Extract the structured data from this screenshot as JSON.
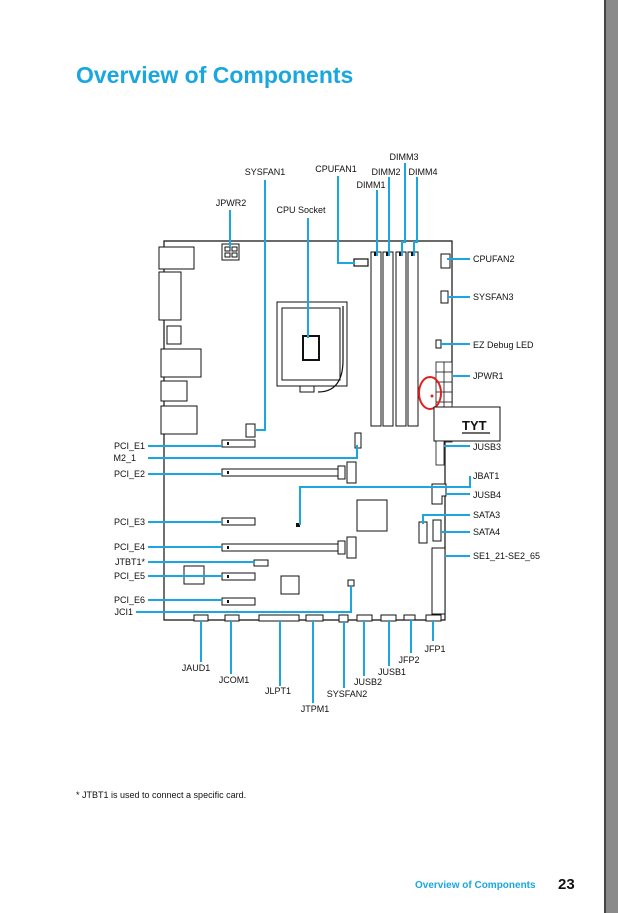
{
  "title": "Overview of Components",
  "footnote": "* JTBT1 is used to connect a specific card.",
  "footer": {
    "section": "Overview of Components",
    "page_number": "23"
  },
  "accent_color": "#1aa7e0",
  "labels": {
    "dimm3": "DIMM3",
    "dimm2": "DIMM2",
    "dimm4": "DIMM4",
    "dimm1": "DIMM1",
    "cpufan1": "CPUFAN1",
    "sysfan1": "SYSFAN1",
    "jpwr2": "JPWR2",
    "cpu_socket": "CPU Socket",
    "cpufan2": "CPUFAN2",
    "sysfan3": "SYSFAN3",
    "ez_debug_led": "EZ Debug LED",
    "jpwr1": "JPWR1",
    "tyt": "TYT",
    "jusb3": "JUSB3",
    "jbat1": "JBAT1",
    "jusb4": "JUSB4",
    "sata3": "SATA3",
    "sata4": "SATA4",
    "se1": "SE1_21-SE2_65",
    "pci_e1": "PCI_E1",
    "m2_1": "M2_1",
    "pci_e2": "PCI_E2",
    "pci_e3": "PCI_E3",
    "pci_e4": "PCI_E4",
    "jtbt1": "JTBT1*",
    "pci_e5": "PCI_E5",
    "pci_e6": "PCI_E6",
    "jci1": "JCI1",
    "jaud1": "JAUD1",
    "jcom1": "JCOM1",
    "jlpt1": "JLPT1",
    "jtpm1": "JTPM1",
    "sysfan2": "SYSFAN2",
    "jusb2": "JUSB2",
    "jusb1": "JUSB1",
    "jfp2": "JFP2",
    "jfp1": "JFP1"
  }
}
